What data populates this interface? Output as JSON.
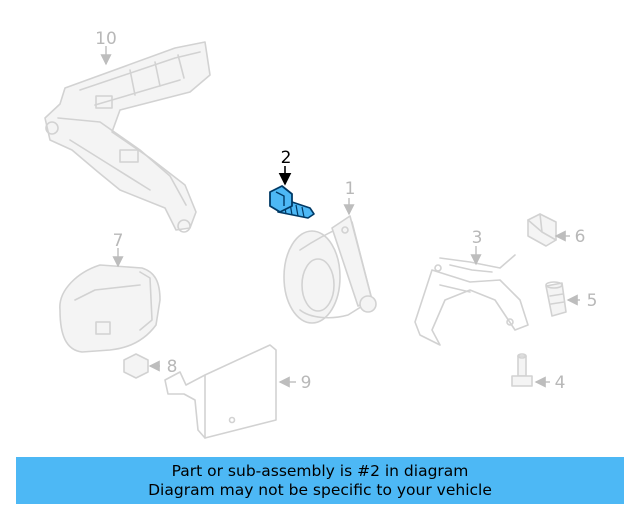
{
  "highlight_color": "#4db8f5",
  "highlighted_part": "2",
  "callouts": {
    "p1": "1",
    "p2": "2",
    "p3": "3",
    "p4": "4",
    "p5": "5",
    "p6": "6",
    "p7": "7",
    "p8": "8",
    "p9": "9",
    "p10": "10"
  },
  "banner": {
    "line1": "Part or sub-assembly is #2 in diagram",
    "line2": "Diagram may not be specific to your vehicle"
  }
}
